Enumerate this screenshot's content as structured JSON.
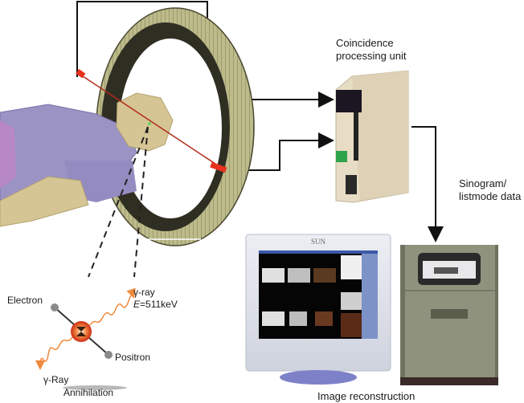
{
  "labels": {
    "coincidence_line1": "Coincidence",
    "coincidence_line2": "processing unit",
    "sinogram_line1": "Sinogram/",
    "sinogram_line2": "listmode data",
    "gamma_ray_top": "γ-ray",
    "energy_prefix": "E",
    "energy_value": "=511keV",
    "electron": "Electron",
    "positron": "Positron",
    "gamma_ray_bottom": "γ-Ray",
    "annihilation": "Annihilation",
    "image_reconstruction": "Image reconstruction"
  },
  "components": [
    {
      "id": "pet-detector-ring",
      "name": "PET detector ring"
    },
    {
      "id": "patient",
      "name": "Patient"
    },
    {
      "id": "coincidence-processing-unit",
      "name": "Coincidence processing unit"
    },
    {
      "id": "data-storage-cabinet",
      "name": "Sinogram/listmode data storage"
    },
    {
      "id": "reconstruction-monitor",
      "name": "Image reconstruction workstation",
      "brand": "SUN"
    }
  ],
  "colors": {
    "ring": "#bdbb8a",
    "ring_dark": "#2f2e22",
    "detector_hit": "#e8311e",
    "patient_body": "#9a93c4",
    "patient_skin": "#d6c594",
    "arrow": "#111111",
    "photon": "#f08a3c",
    "annihilation_core": "#d9451f"
  }
}
